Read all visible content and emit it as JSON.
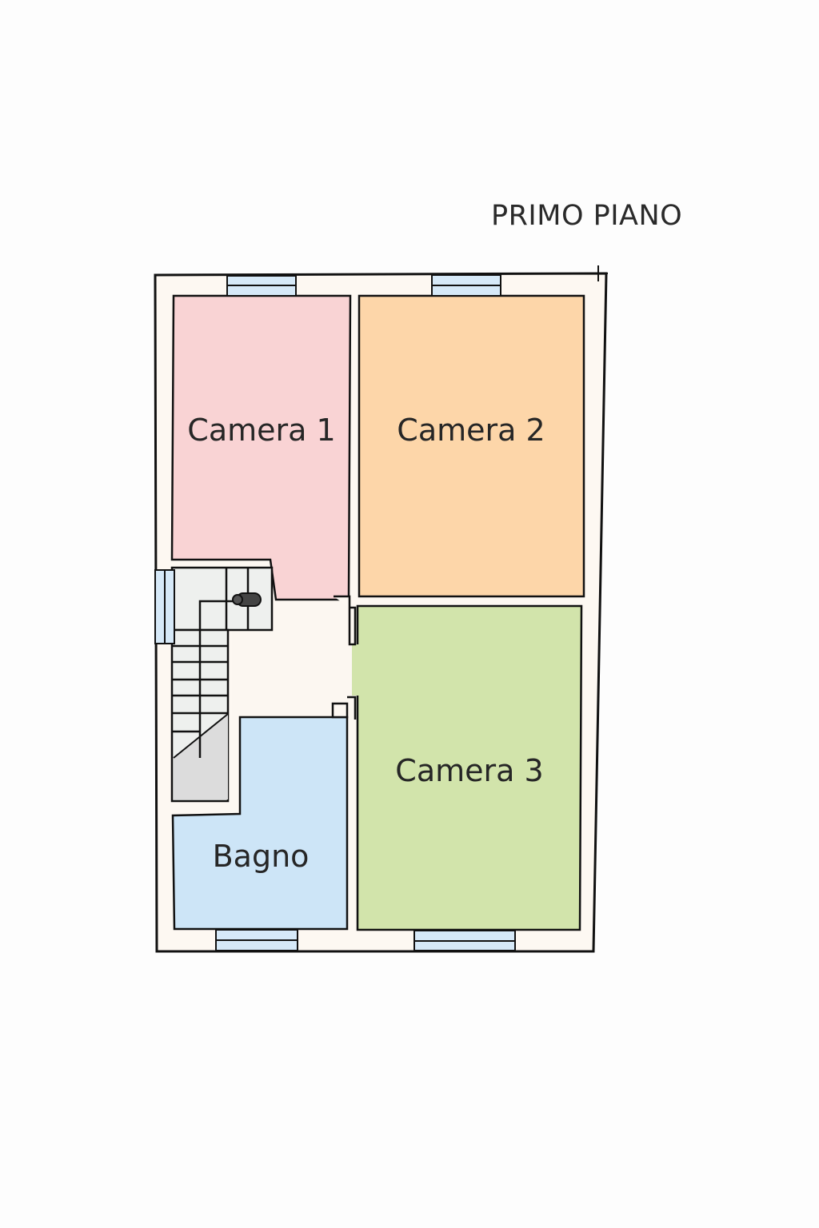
{
  "title": "PRIMO PIANO",
  "colors": {
    "wall_fill": "#fdf8f2",
    "wall_line": "#111111",
    "window": "#d6e9f8",
    "camera1": "#f9d3d4",
    "camera2": "#fdd6a9",
    "camera3": "#d2e4ab",
    "bagno": "#cde5f7",
    "corridor": "#fcf7f1",
    "stairs": "#eef0ee",
    "stairs_landing": "#dcdcdc"
  },
  "rooms": [
    {
      "id": "camera1",
      "label": "Camera 1"
    },
    {
      "id": "camera2",
      "label": "Camera 2"
    },
    {
      "id": "camera3",
      "label": "Camera 3"
    },
    {
      "id": "bagno",
      "label": "Bagno"
    }
  ],
  "features": {
    "windows": 5,
    "stairs": "stair-icon",
    "doors": 2
  }
}
